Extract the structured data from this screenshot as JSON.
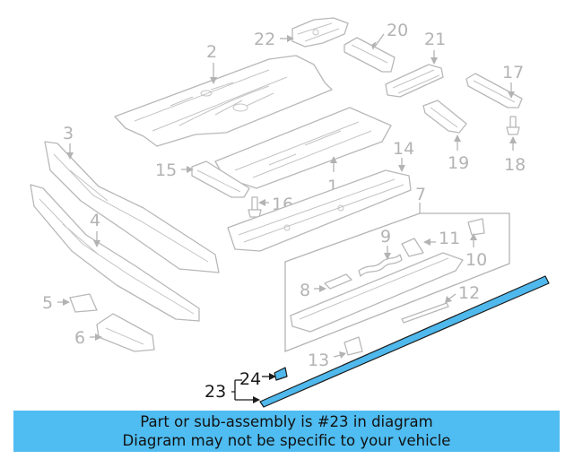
{
  "callouts": {
    "p1": "1",
    "p2": "2",
    "p3": "3",
    "p4": "4",
    "p5": "5",
    "p6": "6",
    "p7": "7",
    "p8": "8",
    "p9": "9",
    "p10": "10",
    "p11": "11",
    "p12": "12",
    "p13": "13",
    "p14": "14",
    "p15": "15",
    "p16": "16",
    "p17": "17",
    "p18": "18",
    "p19": "19",
    "p20": "20",
    "p21": "21",
    "p22": "22",
    "p23": "23",
    "p24": "24"
  },
  "highlighted_part": "23",
  "colors": {
    "highlight": "#4fb8ec",
    "banner": "#4fbdf2",
    "line_art": "#b8b8b8"
  },
  "banner": {
    "line1": "Part or sub-assembly is #23 in diagram",
    "line2": "Diagram may not be specific to your vehicle"
  }
}
